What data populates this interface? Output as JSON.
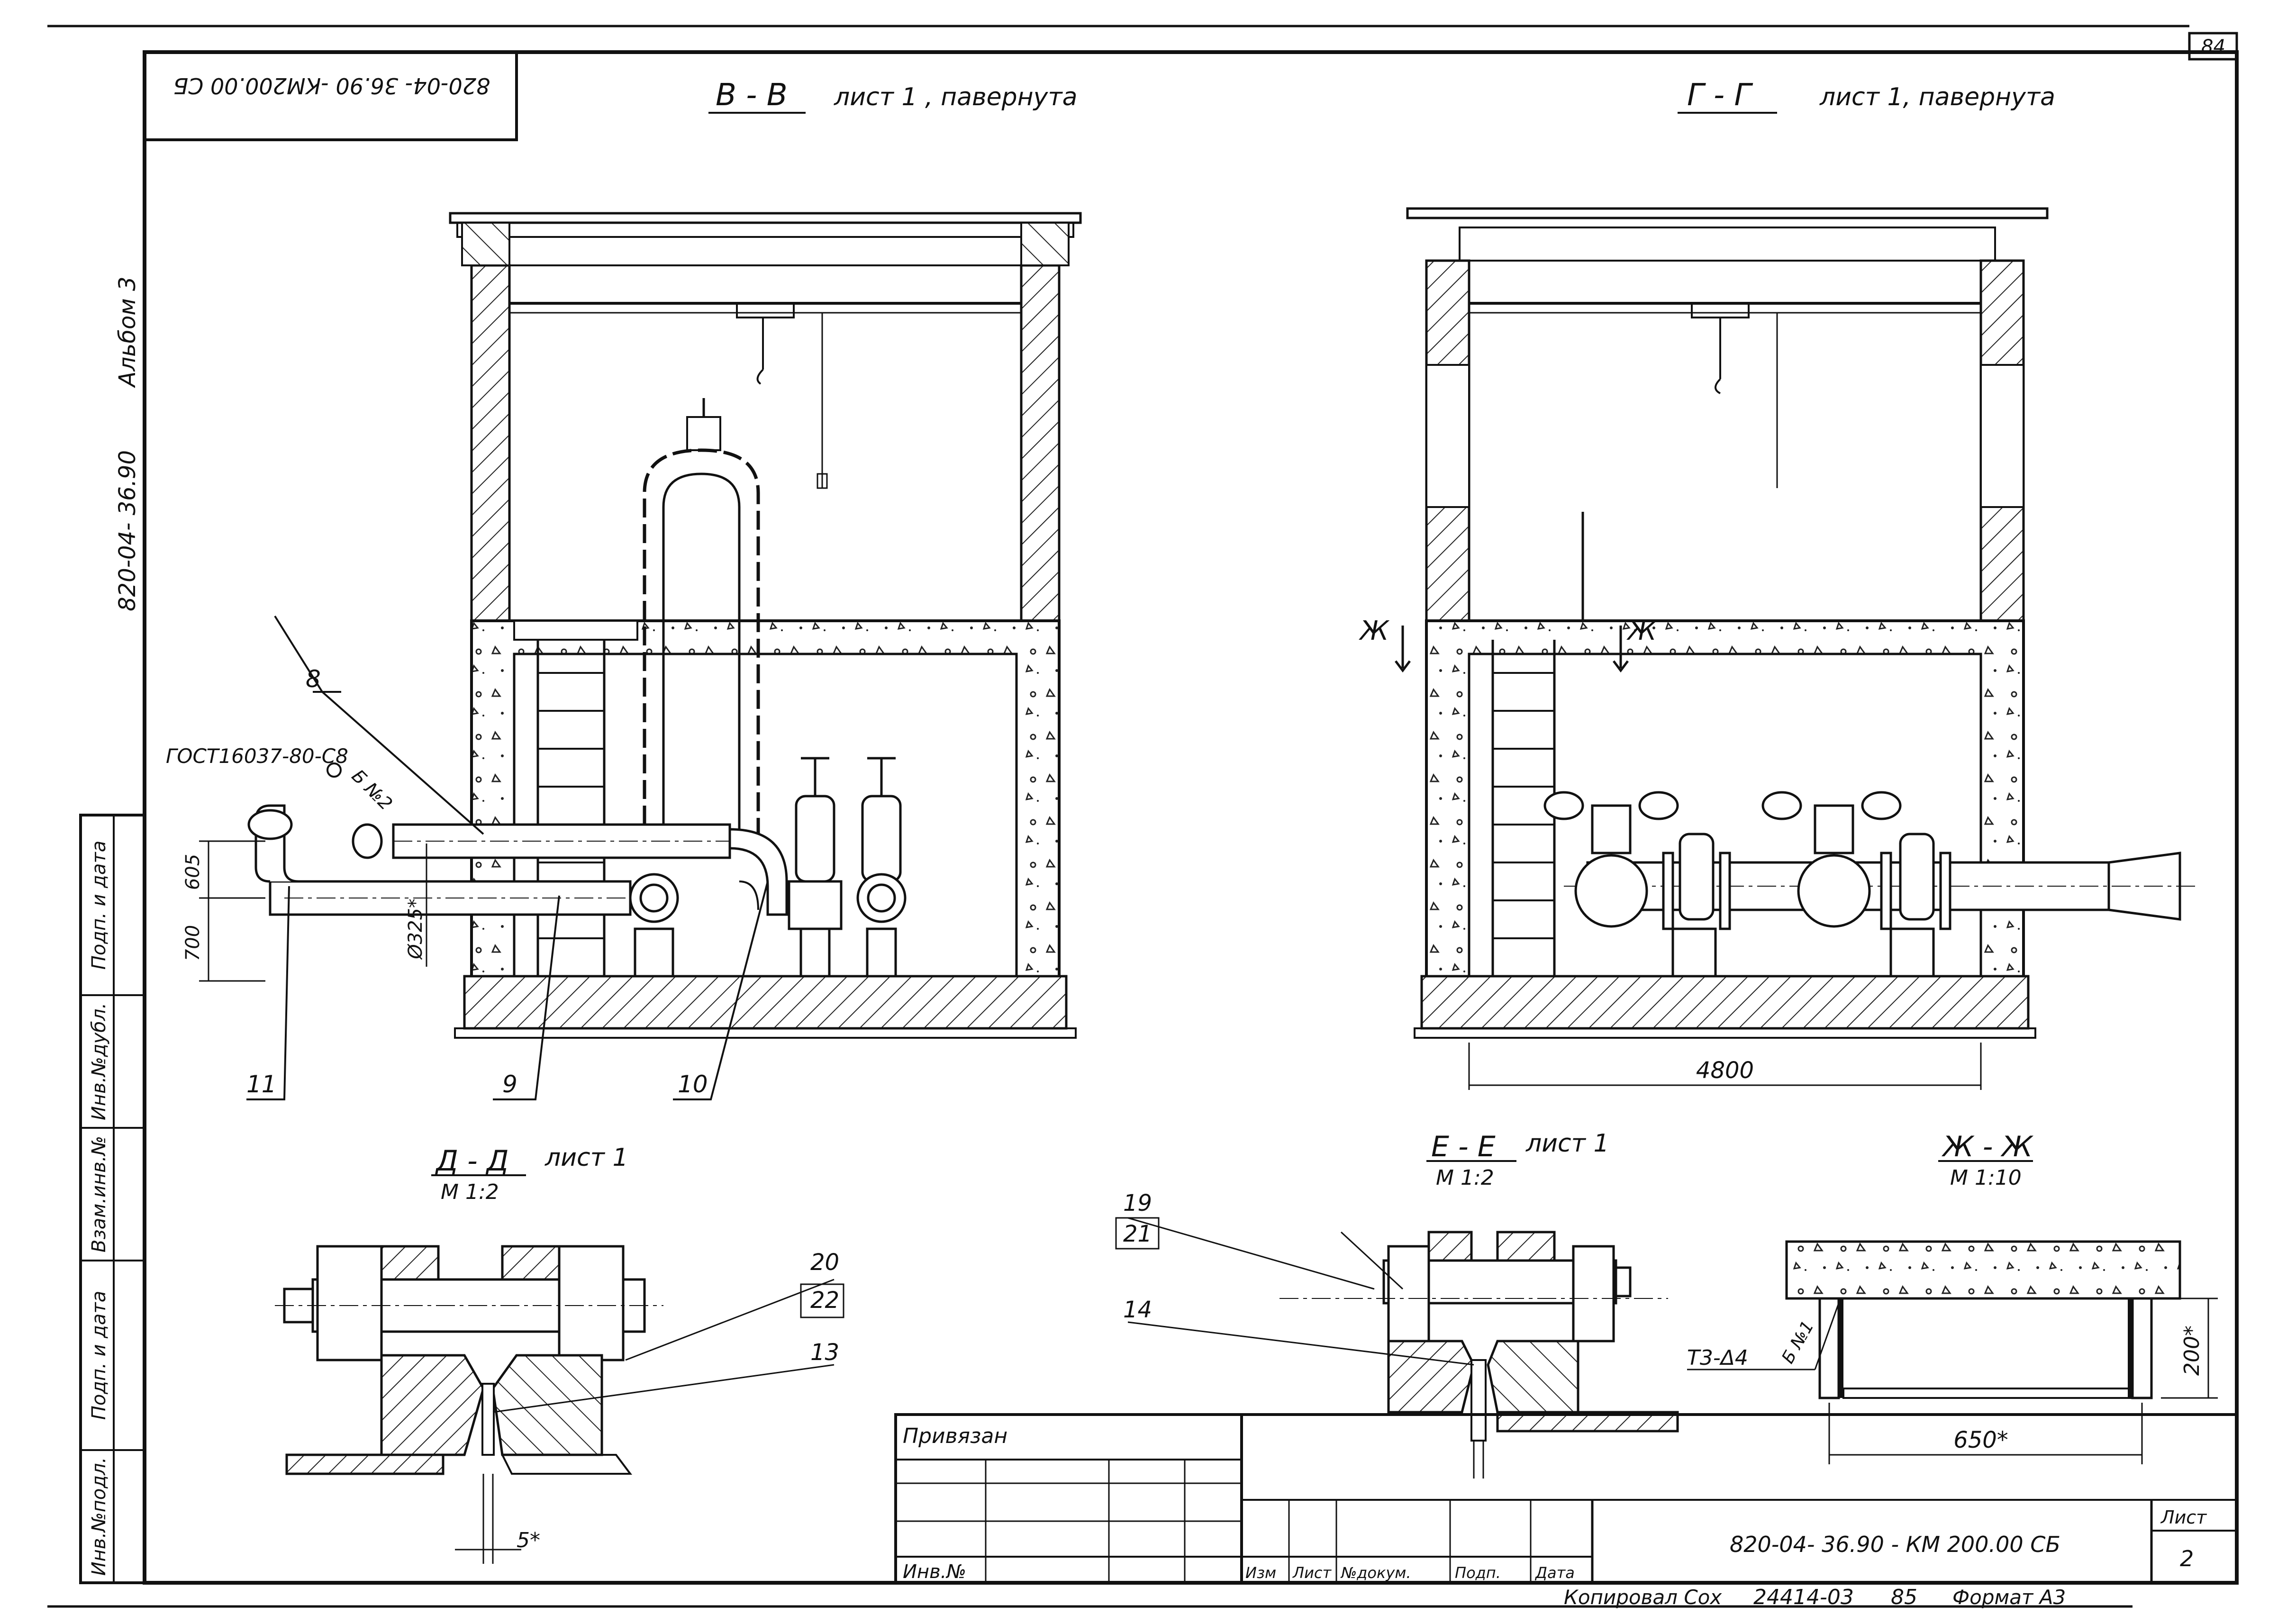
{
  "page_number": "84",
  "stamp_topleft": "820-04- 36.90 -КМ200.00 СБ",
  "album_series": "820-04- 36.90",
  "album_title": "Альбом 3",
  "sections": {
    "vv": {
      "title": "В - В",
      "note": "лист 1 , павернута"
    },
    "gg": {
      "title": "Г - Г",
      "note": "лист 1, павернута"
    },
    "dd": {
      "title": "Д - Д",
      "note": "лист 1",
      "scale": "М 1:2"
    },
    "ee": {
      "title": "Е - Е",
      "note": "лист 1",
      "scale": "М 1:2"
    },
    "zz": {
      "title": "Ж - Ж",
      "scale": "М 1:10"
    }
  },
  "callouts": {
    "c8": "8",
    "c9": "9",
    "c10": "10",
    "c11": "11",
    "c13": "13",
    "c14": "14",
    "c19": "19",
    "c20": "20",
    "c21": "21",
    "c22": "22"
  },
  "annotations": {
    "gost": "ГОСТ16037-80-С8",
    "weld_b": "Б №2",
    "weld_t3": "Т3-Δ4",
    "weld_t3_side": "Б №1",
    "cut_mark": "Ж"
  },
  "dimensions": {
    "d605": "605",
    "d700": "700",
    "d325": "Ø325*",
    "d4800": "4800",
    "d5": "5*",
    "d200": "200*",
    "d650": "650*"
  },
  "stamp_left": [
    "Инв.№подл.",
    "Подп. и дата",
    "Взам.инв.№",
    "Инв.№дубл.",
    "Подп. и дата"
  ],
  "title_block": {
    "bound": "Привязан",
    "inv": "Инв.№",
    "columns": [
      "Изм",
      "Лист",
      "№докум.",
      "Подп.",
      "Дата"
    ],
    "code": "820-04- 36.90 - КМ 200.00 СБ",
    "sheet_label": "Лист",
    "sheet_no": "2"
  },
  "footer": {
    "copied": "Копировал Сох",
    "order": "24414-03",
    "year": "85",
    "format": "Формат А3"
  }
}
